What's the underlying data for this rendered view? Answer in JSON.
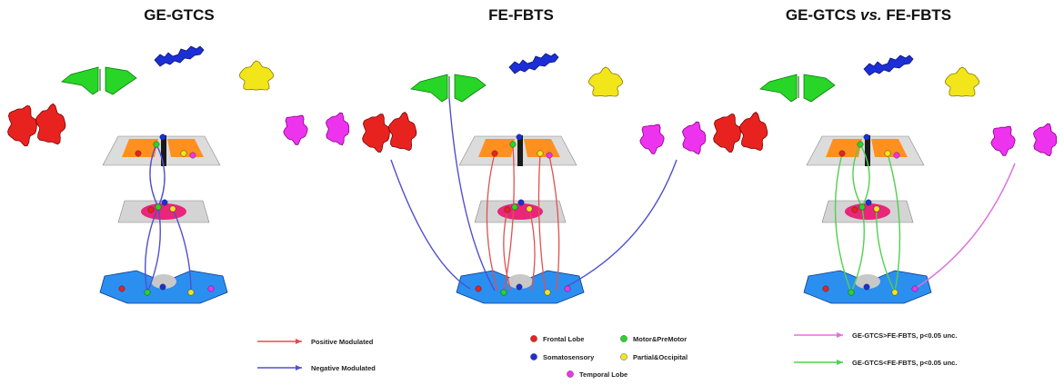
{
  "titles": {
    "left": "GE-GTCS",
    "middle": "FE-FBTS",
    "right_part1": "GE-GTCS ",
    "right_part2": "vs.",
    "right_part3": " FE-FBTS"
  },
  "legend_modulation": {
    "positive": "Positive Modulated",
    "negative": "Negative Modulated"
  },
  "legend_regions": {
    "frontal": "Frontal Lobe",
    "motor": "Motor&PreMotor",
    "somato": "Somatosensory",
    "parietal": "Partial&Occipital",
    "temporal": "Temporal Lobe"
  },
  "legend_contrast": {
    "greater": "GE-GTCS>FE-FBTS, p<0.05 unc.",
    "less": "GE-GTCS<FE-FBTS, p<0.05 unc."
  },
  "colors": {
    "frontal": "#e8231f",
    "motor": "#27d627",
    "somato": "#1c2fd6",
    "parietal": "#f2e61b",
    "temporal": "#ee33ee",
    "positive_edge": "#e05050",
    "negative_edge": "#5050d0",
    "greater_edge": "#e070e0",
    "less_edge": "#50d050",
    "cortex_slice": "#ff9020",
    "thalamus": "#e8267a",
    "cerebellum": "#2b8ff0"
  }
}
